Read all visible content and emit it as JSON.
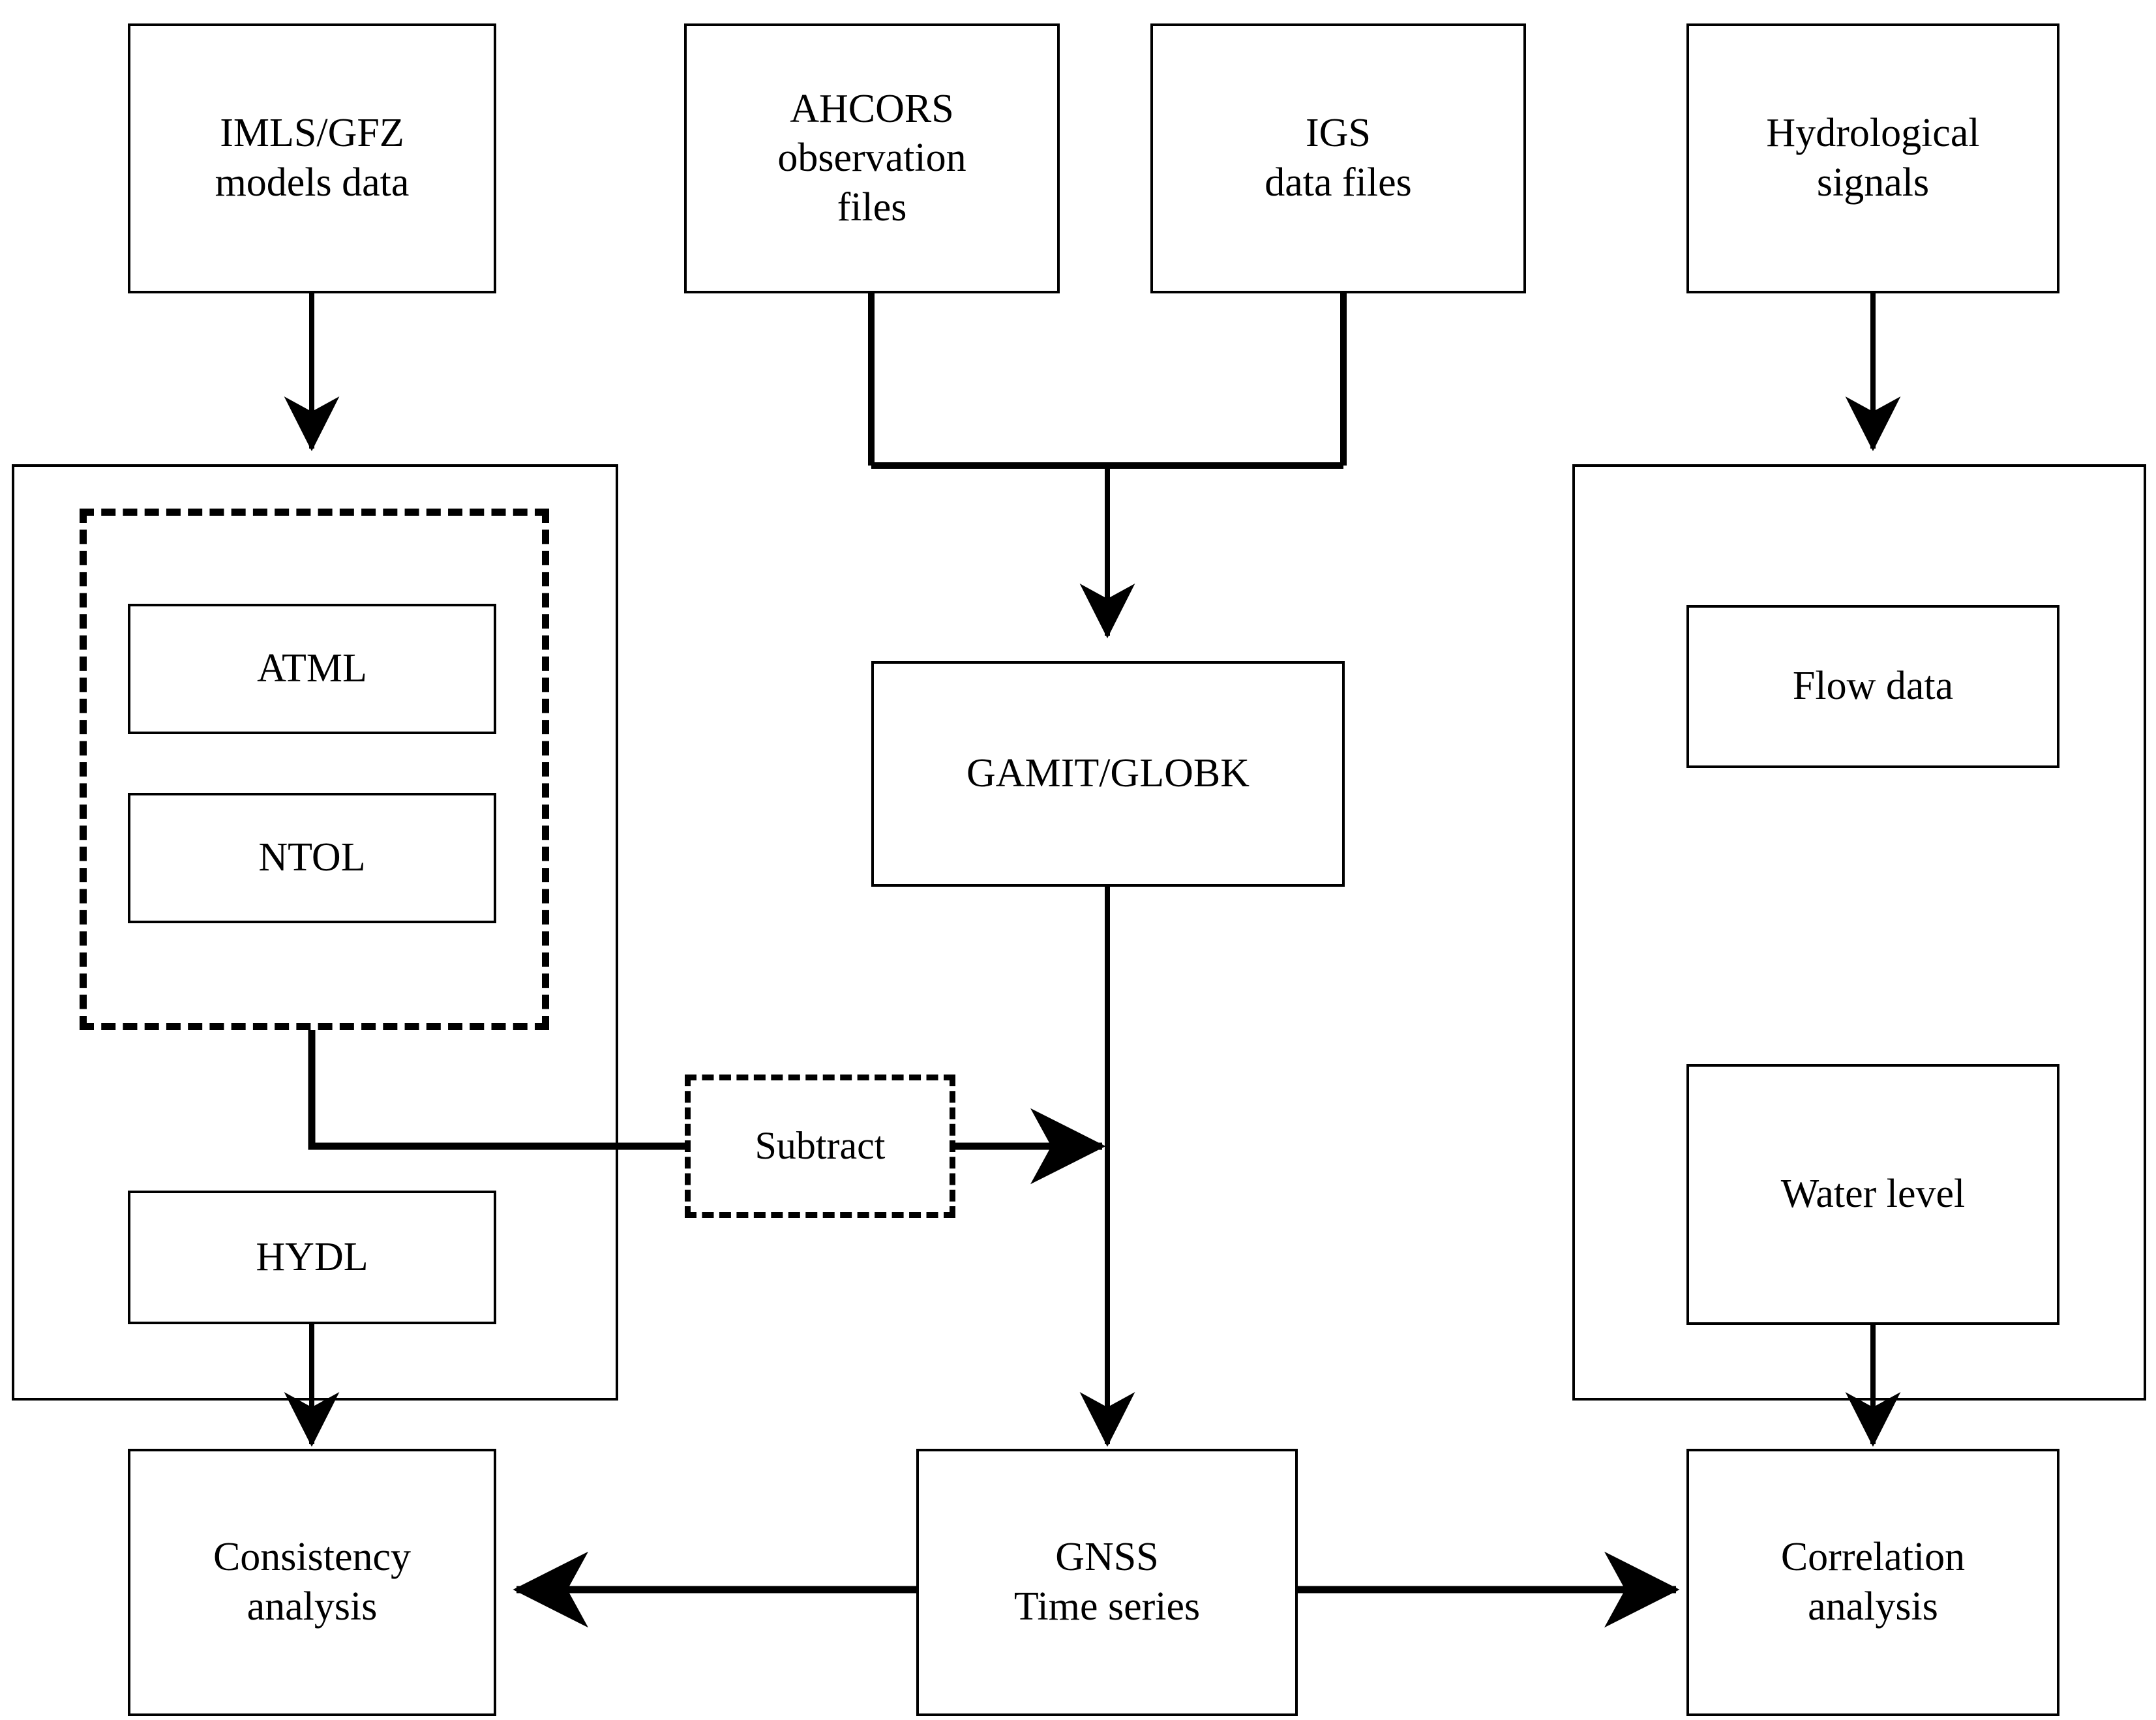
{
  "diagram": {
    "type": "flowchart",
    "title": "",
    "orientation": "top-to-bottom",
    "colors": {
      "stroke": "#000000",
      "background": "#ffffff",
      "text": "#000000"
    }
  },
  "nodes": {
    "imls_gfz": {
      "label": "IMLS/GFZ\nmodels data",
      "shape": "rectangle",
      "border": "solid"
    },
    "ahcors": {
      "label": "AHCORS\nobservation\nfiles",
      "shape": "rectangle",
      "border": "solid"
    },
    "igs": {
      "label": "IGS\ndata files",
      "shape": "rectangle",
      "border": "solid"
    },
    "hydrological": {
      "label": "Hydrological\nsignals",
      "shape": "rectangle",
      "border": "solid"
    },
    "left_panel": {
      "label": "",
      "shape": "rectangle",
      "border": "solid"
    },
    "loading_group": {
      "label": "",
      "shape": "rectangle",
      "border": "dashed"
    },
    "atml": {
      "label": "ATML",
      "shape": "rectangle",
      "border": "solid"
    },
    "ntol": {
      "label": "NTOL",
      "shape": "rectangle",
      "border": "solid"
    },
    "hydl": {
      "label": "HYDL",
      "shape": "rectangle",
      "border": "solid"
    },
    "gamit_globk": {
      "label": "GAMIT/GLOBK",
      "shape": "rectangle",
      "border": "solid"
    },
    "subtract": {
      "label": "Subtract",
      "shape": "rectangle",
      "border": "dashed"
    },
    "right_panel": {
      "label": "",
      "shape": "rectangle",
      "border": "solid"
    },
    "flow_data": {
      "label": "Flow data",
      "shape": "rectangle",
      "border": "solid"
    },
    "water_level": {
      "label": "Water level",
      "shape": "rectangle",
      "border": "solid"
    },
    "consistency": {
      "label": "Consistency\nanalysis",
      "shape": "rectangle",
      "border": "solid"
    },
    "gnss_time_series": {
      "label": "GNSS\nTime series",
      "shape": "rectangle",
      "border": "solid"
    },
    "correlation": {
      "label": "Correlation\nanalysis",
      "shape": "rectangle",
      "border": "solid"
    }
  },
  "edges": [
    {
      "from": "imls_gfz",
      "to": "left_panel",
      "arrow": "down"
    },
    {
      "from": "ahcors",
      "to": "gamit_globk",
      "arrow": "down"
    },
    {
      "from": "igs",
      "to": "gamit_globk",
      "arrow": "down"
    },
    {
      "from": "hydrological",
      "to": "right_panel",
      "arrow": "down"
    },
    {
      "from": "loading_group",
      "to": "subtract",
      "arrow": "none"
    },
    {
      "from": "subtract",
      "to": "gnss_time_series",
      "arrow": "right"
    },
    {
      "from": "gamit_globk",
      "to": "gnss_time_series",
      "arrow": "down"
    },
    {
      "from": "hydl",
      "to": "consistency",
      "arrow": "down"
    },
    {
      "from": "water_level",
      "to": "correlation",
      "arrow": "down"
    },
    {
      "from": "gnss_time_series",
      "to": "consistency",
      "arrow": "left"
    },
    {
      "from": "gnss_time_series",
      "to": "correlation",
      "arrow": "right"
    }
  ]
}
